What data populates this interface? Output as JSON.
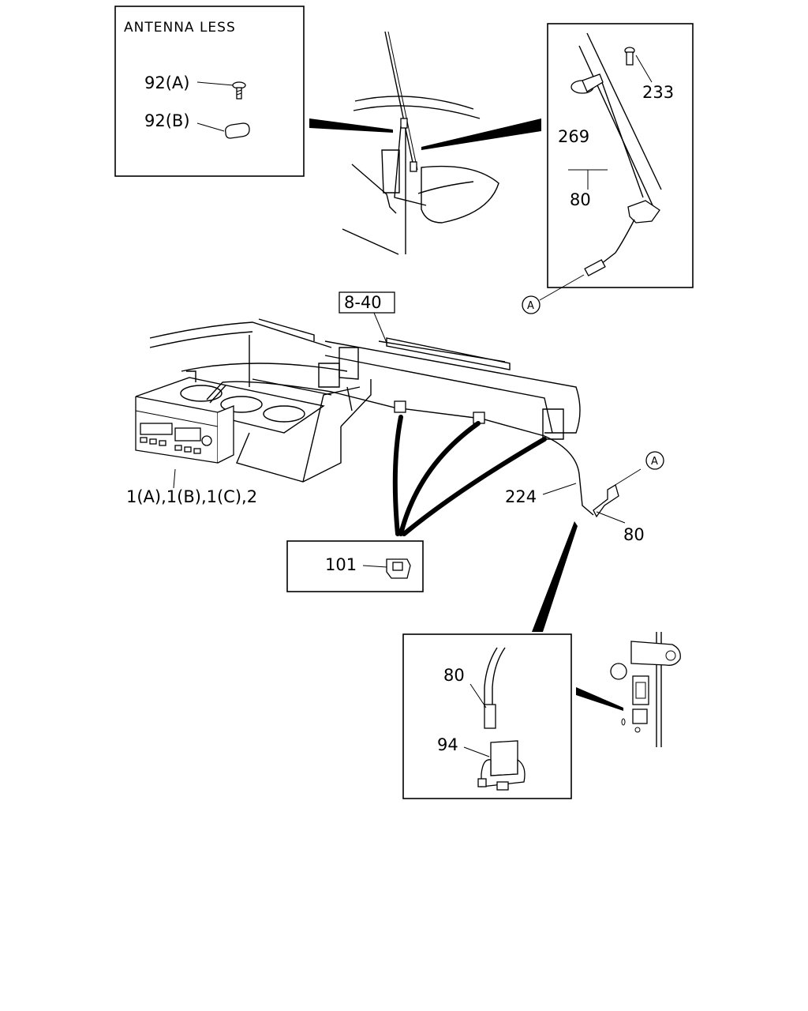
{
  "inset_antenna_less": {
    "title": "ANTENNA LESS",
    "label_a": "92(A)",
    "label_b": "92(B)"
  },
  "inset_antenna_mount": {
    "label_233": "233",
    "label_269": "269",
    "label_80": "80",
    "ref_a": "A"
  },
  "main_view": {
    "label_ref_8_40": "8-40",
    "label_radio": "1(A),1(B),1(C),2",
    "label_224": "224",
    "label_80": "80",
    "ref_a": "A"
  },
  "inset_clip": {
    "label_101": "101"
  },
  "inset_connector": {
    "label_80": "80",
    "label_94": "94"
  }
}
